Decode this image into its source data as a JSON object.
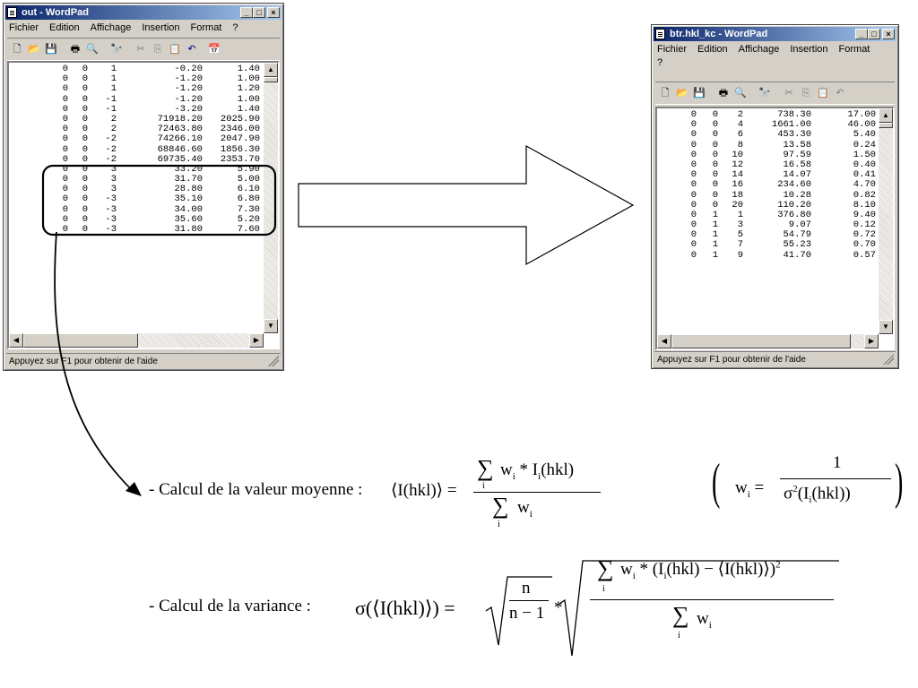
{
  "left_window": {
    "title": "out - WordPad",
    "menu": [
      "Fichier",
      "Edition",
      "Affichage",
      "Insertion",
      "Format",
      "?"
    ],
    "rows": [
      [
        "0",
        "0",
        "1",
        "-0.20",
        "1.40"
      ],
      [
        "0",
        "0",
        "1",
        "-1.20",
        "1.00"
      ],
      [
        "0",
        "0",
        "1",
        "-1.20",
        "1.20"
      ],
      [
        "0",
        "0",
        "-1",
        "-1.20",
        "1.00"
      ],
      [
        "0",
        "0",
        "-1",
        "-3.20",
        "1.40"
      ],
      [
        "0",
        "0",
        "2",
        "71918.20",
        "2025.90"
      ],
      [
        "0",
        "0",
        "2",
        "72463.80",
        "2346.00"
      ],
      [
        "0",
        "0",
        "-2",
        "74266.10",
        "2047.90"
      ],
      [
        "0",
        "0",
        "-2",
        "68846.60",
        "1856.30"
      ],
      [
        "0",
        "0",
        "-2",
        "69735.40",
        "2353.70"
      ],
      [
        "0",
        "0",
        "3",
        "33.20",
        "5.90"
      ],
      [
        "0",
        "0",
        "3",
        "31.70",
        "5.00"
      ],
      [
        "0",
        "0",
        "3",
        "28.80",
        "6.10"
      ],
      [
        "0",
        "0",
        "-3",
        "35.10",
        "6.80"
      ],
      [
        "0",
        "0",
        "-3",
        "34.00",
        "7.30"
      ],
      [
        "0",
        "0",
        "-3",
        "35.60",
        "5.20"
      ],
      [
        "0",
        "0",
        "-3",
        "31.80",
        "7.60"
      ]
    ],
    "status": "Appuyez sur F1 pour obtenir de l'aide"
  },
  "right_window": {
    "title": "btr.hkl_kc - WordPad",
    "menu": [
      "Fichier",
      "Edition",
      "Affichage",
      "Insertion",
      "Format",
      "?"
    ],
    "rows": [
      [
        "0",
        "0",
        "2",
        "738.30",
        "17.00"
      ],
      [
        "0",
        "0",
        "4",
        "1661.00",
        "46.00"
      ],
      [
        "0",
        "0",
        "6",
        "453.30",
        "5.40"
      ],
      [
        "0",
        "0",
        "8",
        "13.58",
        "0.24"
      ],
      [
        "0",
        "0",
        "10",
        "97.59",
        "1.50"
      ],
      [
        "0",
        "0",
        "12",
        "16.58",
        "0.40"
      ],
      [
        "0",
        "0",
        "14",
        "14.07",
        "0.41"
      ],
      [
        "0",
        "0",
        "16",
        "234.60",
        "4.70"
      ],
      [
        "0",
        "0",
        "18",
        "10.28",
        "0.82"
      ],
      [
        "0",
        "0",
        "20",
        "110.20",
        "8.10"
      ],
      [
        "0",
        "1",
        "1",
        "376.80",
        "9.40"
      ],
      [
        "0",
        "1",
        "3",
        "9.07",
        "0.12"
      ],
      [
        "0",
        "1",
        "5",
        "54.79",
        "0.72"
      ],
      [
        "0",
        "1",
        "7",
        "55.23",
        "0.70"
      ],
      [
        "0",
        "1",
        "9",
        "41.70",
        "0.57"
      ]
    ],
    "status": "Appuyez sur F1 pour obtenir de l'aide"
  },
  "formulas": {
    "mean_label": "- Calcul de la valeur moyenne :",
    "variance_label": "- Calcul de la variance :"
  }
}
